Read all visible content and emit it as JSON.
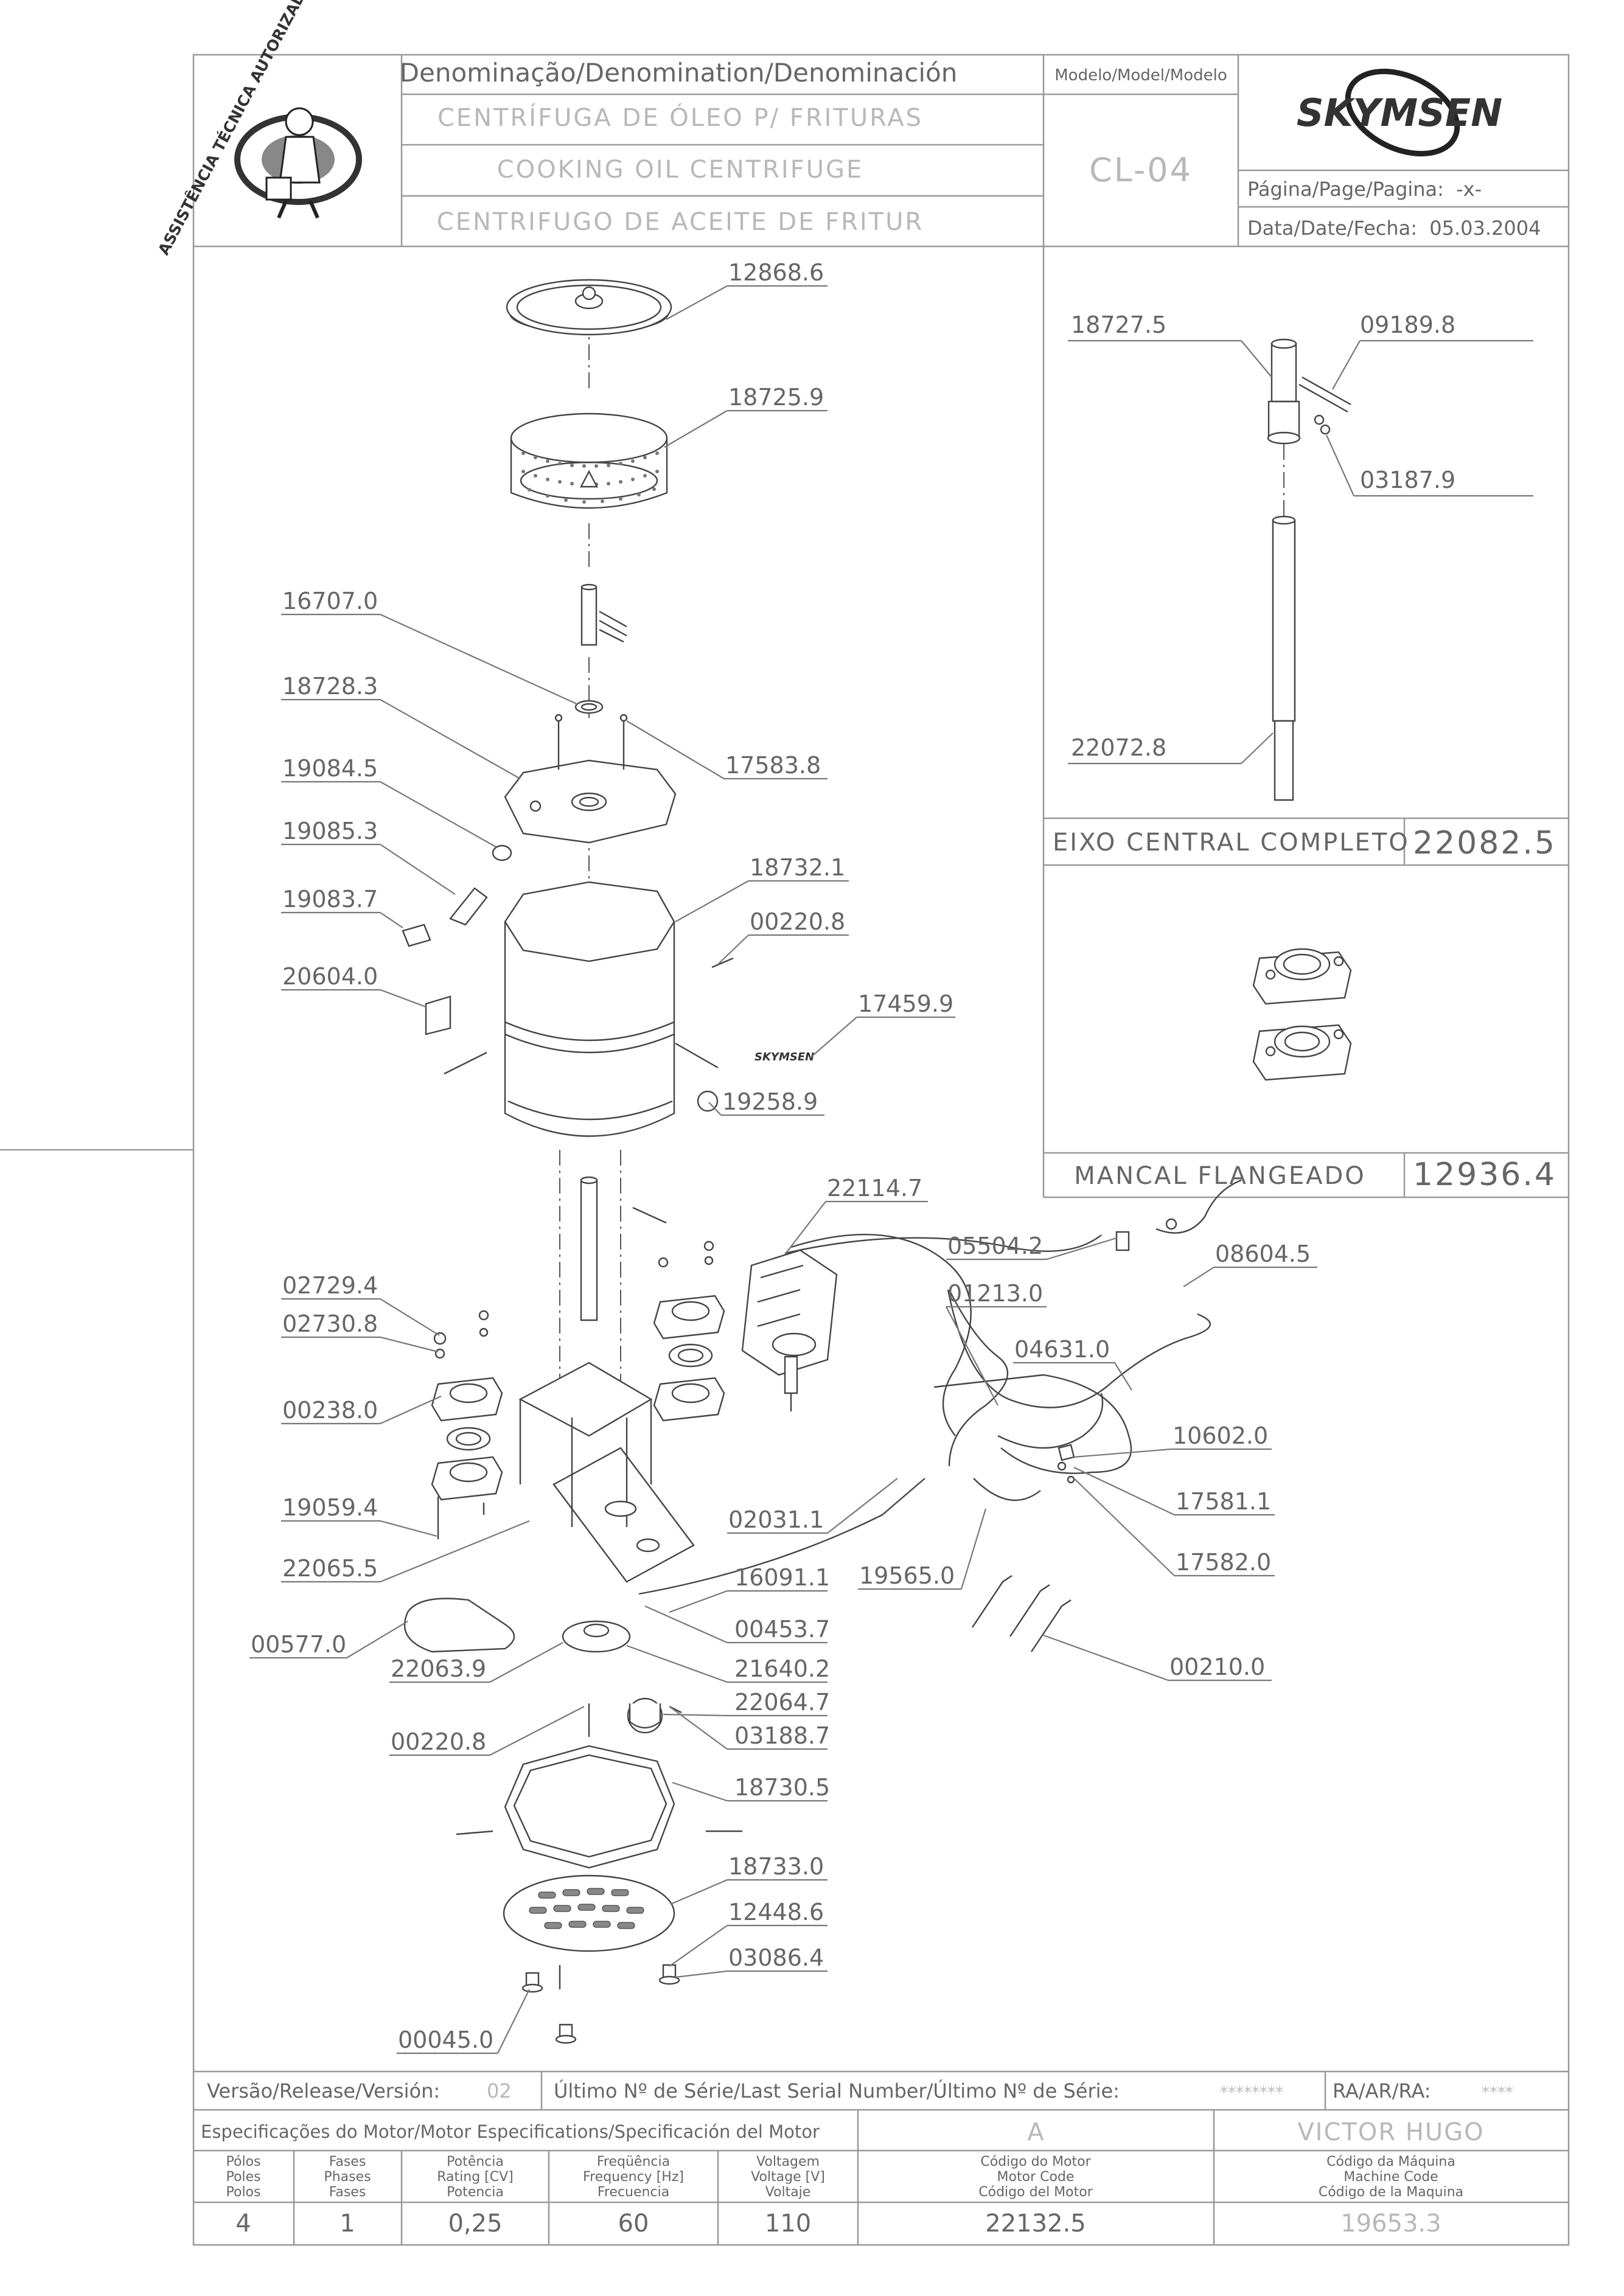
{
  "header": {
    "stamp_text": "ASSISTÊNCIA TÉCNICA AUTORIZADA",
    "denomination_label": "Denominação/Denomination/Denominación",
    "name_pt": "CENTRÍFUGA DE ÓLEO P/ FRITURAS",
    "name_en": "COOKING OIL CENTRIFUGE",
    "name_es": "CENTRIFUGO DE ACEITE DE FRITUR",
    "model_label": "Modelo/Model/Modelo",
    "model_value": "CL-04",
    "brand": "SKYMSEN",
    "page_label": "Página/Page/Pagina:",
    "page_value": "-x-",
    "date_label": "Data/Date/Fecha:",
    "date_value": "05.03.2004"
  },
  "main_parts": [
    "12868.6",
    "18725.9",
    "16707.0",
    "18728.3",
    "17583.8",
    "19084.5",
    "19085.3",
    "19083.7",
    "18732.1",
    "00220.8",
    "20604.0",
    "17459.9",
    "19258.9",
    "22114.7",
    "05504.2",
    "08604.5",
    "01213.0",
    "04631.0",
    "10602.0",
    "17581.1",
    "17582.0",
    "02729.4",
    "02730.8",
    "00238.0",
    "19059.4",
    "22065.5",
    "02031.1",
    "19565.0",
    "16091.1",
    "00453.7",
    "00577.0",
    "22063.9",
    "21640.2",
    "22064.7",
    "03188.7",
    "00210.0",
    "00220.8",
    "18730.5",
    "18733.0",
    "12448.6",
    "03086.4",
    "00045.0"
  ],
  "shaft_panel": {
    "parts": [
      "18727.5",
      "09189.8",
      "03187.9",
      "22072.8"
    ],
    "title": "EIXO CENTRAL COMPLETO",
    "code": "22082.5"
  },
  "bearing_panel": {
    "title": "MANCAL FLANGEADO",
    "code": "12936.4"
  },
  "footer": {
    "version_label": "Versão/Release/Versión:",
    "version_value": "02",
    "serial_label": "Último Nº de Série/Last Serial Number/Último Nº de Série:",
    "serial_value": "********",
    "ra_label": "RA/AR/RA:",
    "ra_value": "****",
    "motor_spec_label": "Especificações do Motor/Motor Especifications/Specificación del Motor",
    "letter": "A",
    "author": "VICTOR HUGO",
    "columns": [
      {
        "l1": "Pólos",
        "l2": "Poles",
        "l3": "Polos",
        "value": "4"
      },
      {
        "l1": "Fases",
        "l2": "Phases",
        "l3": "Fases",
        "value": "1"
      },
      {
        "l1": "Potência",
        "l2": "Rating [CV]",
        "l3": "Potencia",
        "value": "0,25"
      },
      {
        "l1": "Freqüência",
        "l2": "Frequency [Hz]",
        "l3": "Frecuencia",
        "value": "60"
      },
      {
        "l1": "Voltagem",
        "l2": "Voltage [V]",
        "l3": "Voltaje",
        "value": "110"
      },
      {
        "l1": "Código do Motor",
        "l2": "Motor Code",
        "l3": "Código del Motor",
        "value": "22132.5"
      },
      {
        "l1": "Código da Máquina",
        "l2": "Machine Code",
        "l3": "Código de la Maquina",
        "value": "19653.3"
      }
    ]
  }
}
